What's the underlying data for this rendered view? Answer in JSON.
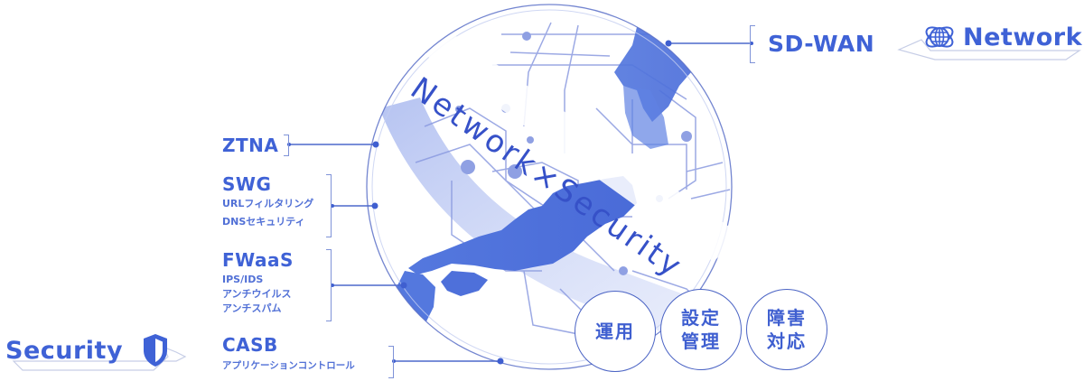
{
  "theme": {
    "accent": "#3f62d6",
    "line": "#4d68cc",
    "japan_fill": "#4e74dd",
    "globe_line": "#5b70c8"
  },
  "center_title": "Network×Security",
  "network_tag": {
    "label": "Network",
    "icon": "globe-icon"
  },
  "security_tag": {
    "label": "Security",
    "icon": "shield-icon"
  },
  "network_items": [
    {
      "title": "SD-WAN",
      "subs": []
    }
  ],
  "security_items": [
    {
      "title": "ZTNA",
      "subs": []
    },
    {
      "title": "SWG",
      "subs": [
        "URLフィルタリング",
        "DNSセキュリティ"
      ]
    },
    {
      "title": "FWaaS",
      "subs": [
        "IPS/IDS",
        "アンチウイルス",
        "アンチスパム"
      ]
    },
    {
      "title": "CASB",
      "subs": [
        "アプリケーションコントロール"
      ]
    }
  ],
  "service_circles": [
    {
      "lines": [
        "運用"
      ]
    },
    {
      "lines": [
        "設定",
        "管理"
      ]
    },
    {
      "lines": [
        "障害",
        "対応"
      ]
    }
  ]
}
